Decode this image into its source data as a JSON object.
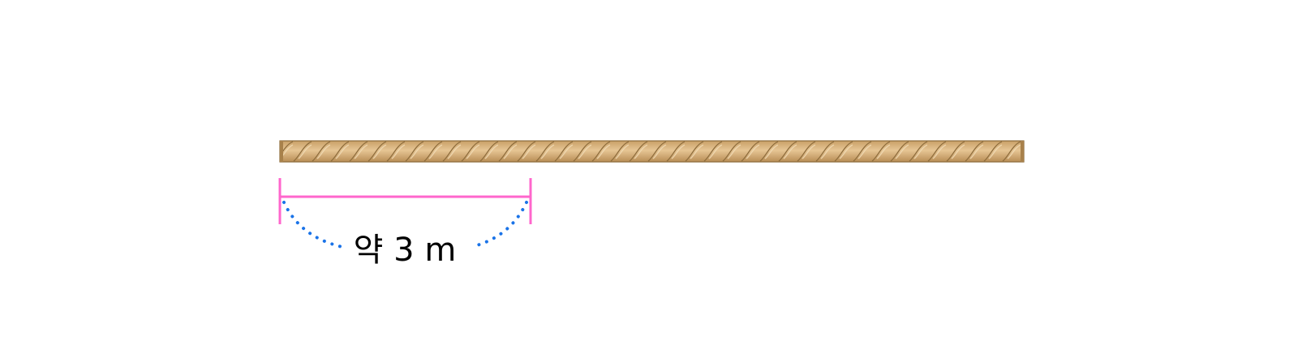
{
  "diagram": {
    "object": "rope",
    "measurement": {
      "label": "약 3 m",
      "value": 3,
      "unit": "m"
    }
  },
  "colors": {
    "rope_fill": "#d8b27a",
    "rope_highlight": "#ecd3a6",
    "rope_stroke": "#8b6a3a",
    "bracket": "#ff66cc",
    "dotted_arc": "#1a73e8"
  }
}
